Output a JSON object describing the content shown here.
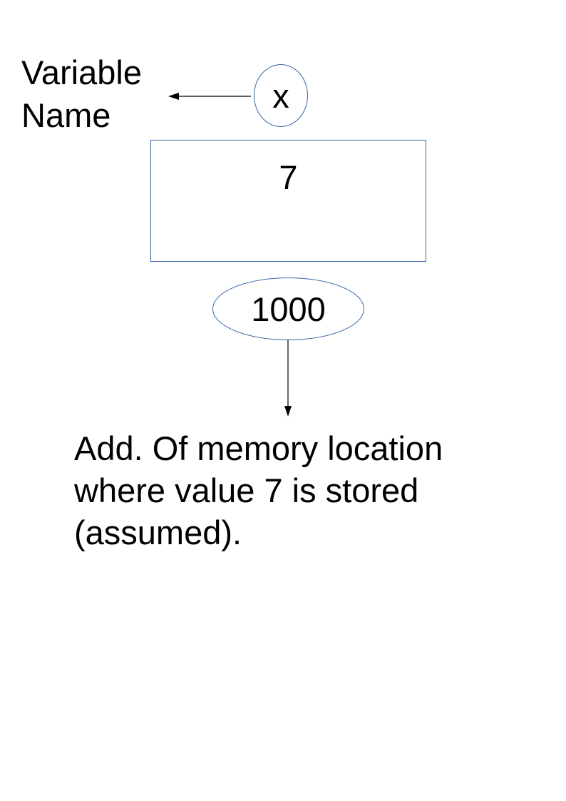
{
  "variable_label": {
    "lines": [
      "Variable",
      "Name"
    ]
  },
  "variable_name": "x",
  "stored_value": "7",
  "memory_address": "1000",
  "description": {
    "lines": [
      "Add. Of memory location",
      "where value 7 is stored",
      "(assumed)."
    ]
  },
  "colors": {
    "shape_outline": "#3465a4",
    "arrow": "#000000",
    "text": "#000000"
  }
}
